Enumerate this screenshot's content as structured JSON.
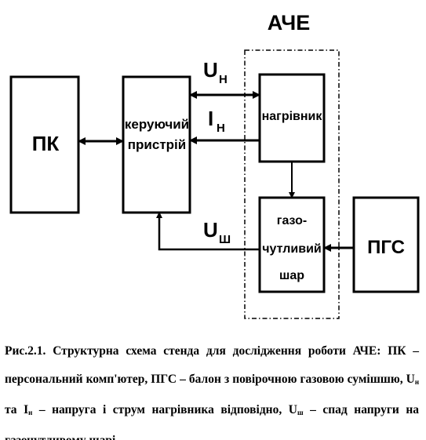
{
  "diagram": {
    "group_label": "АЧЕ",
    "blocks": {
      "pc": "ПК",
      "controller_line1": "керуючий",
      "controller_line2": "пристрій",
      "heater": "нагрівник",
      "sensor_line1": "газо-",
      "sensor_line2": "чутливий",
      "sensor_line3": "шар",
      "gas": "ПГС"
    },
    "signals": {
      "u_main": "U",
      "u_sub": "Н",
      "i_main": "I",
      "i_sub": "Н",
      "ush_main": "U",
      "ush_sub": "Ш"
    }
  },
  "caption": {
    "fig": "Рис.2.1. Структурна схема стенда для дослідження роботи АЧЕ:",
    "part1": "ПК – персональний комп'ютер, ПГС – балон з повірочною газовою сумішшю, U",
    "sub1": "н",
    "part2": " та I",
    "sub2": "н",
    "part3": " – напруга і струм нагрівника відповідно, U",
    "sub3": "ш",
    "part4": " – спад напруги на газочутливому шарі."
  }
}
